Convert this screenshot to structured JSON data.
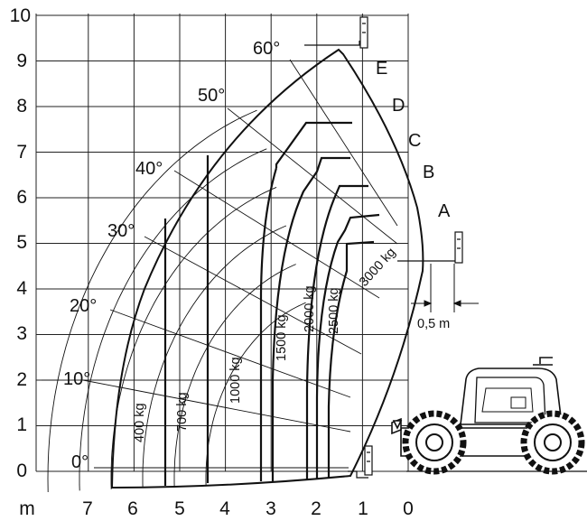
{
  "axes": {
    "y_ticks": [
      "0",
      "1",
      "2",
      "3",
      "4",
      "5",
      "6",
      "7",
      "8",
      "9",
      "10"
    ],
    "x_ticks": [
      "7",
      "6",
      "5",
      "4",
      "3",
      "2",
      "1",
      "0"
    ],
    "x_unit": "m"
  },
  "angles": [
    "0°",
    "10°",
    "20°",
    "30°",
    "40°",
    "50°",
    "60°"
  ],
  "zones": [
    "A",
    "B",
    "C",
    "D",
    "E"
  ],
  "loads": [
    "400 kg",
    "700 kg",
    "1000 kg",
    "1500 kg",
    "2000 kg",
    "2500 kg",
    "3000 kg"
  ],
  "fork_offset_label": "0,5 m",
  "colors": {
    "line": "#111111",
    "grid": "#222222",
    "background": "#ffffff"
  }
}
